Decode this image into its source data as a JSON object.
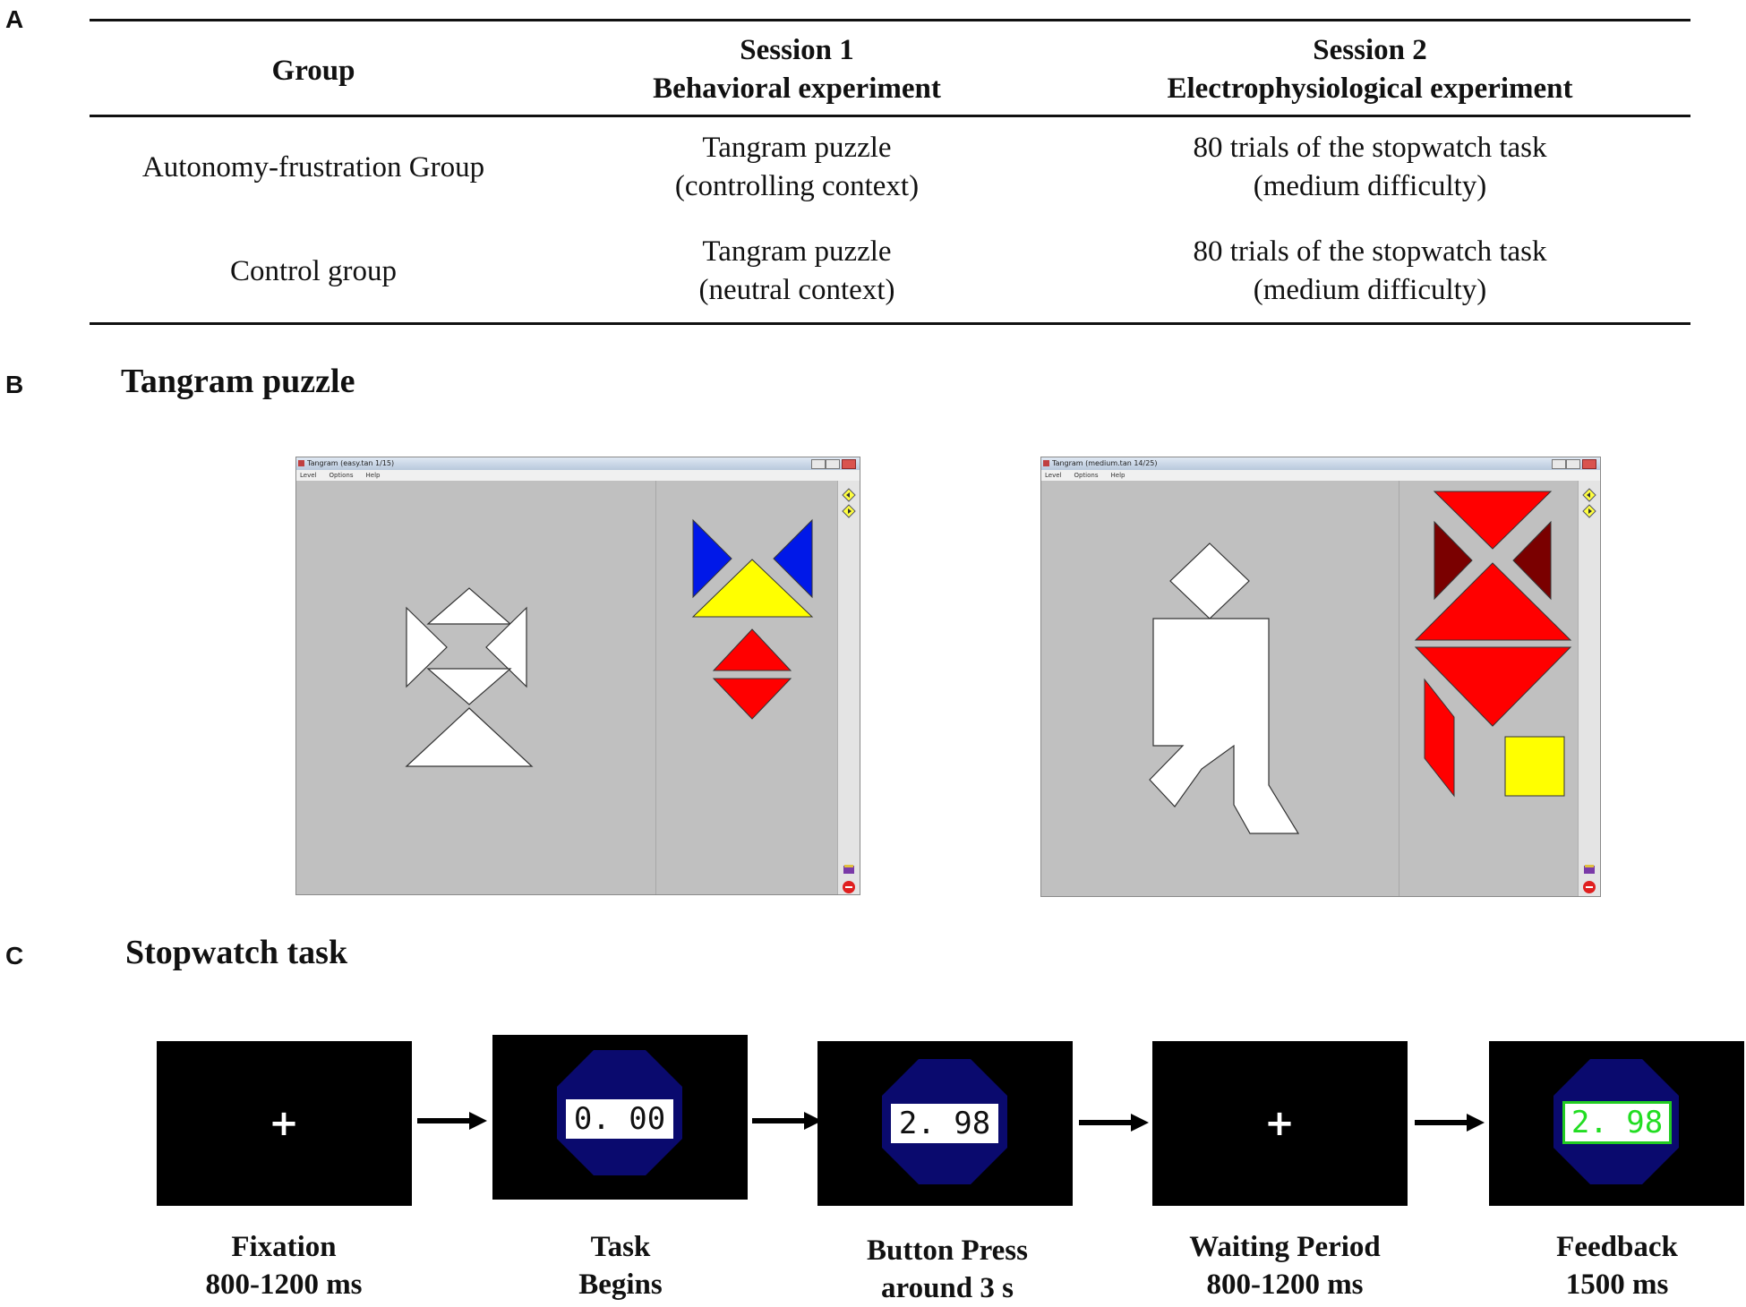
{
  "panel_a": {
    "letter": "A",
    "headers": {
      "group": "Group",
      "session1_line1": "Session 1",
      "session1_line2": "Behavioral experiment",
      "session2_line1": "Session 2",
      "session2_line2": "Electrophysiological experiment"
    },
    "rows": [
      {
        "group": "Autonomy-frustration Group",
        "session1_line1": "Tangram puzzle",
        "session1_line2": "(controlling context)",
        "session2_line1": "80 trials of the stopwatch task",
        "session2_line2": "(medium difficulty)"
      },
      {
        "group": "Control group",
        "session1_line1": "Tangram puzzle",
        "session1_line2": "(neutral context)",
        "session2_line1": "80 trials of the stopwatch task",
        "session2_line2": "(medium difficulty)"
      }
    ]
  },
  "panel_b": {
    "letter": "B",
    "title": "Tangram puzzle",
    "windows": [
      {
        "titlebar": "Tangram (easy.tan  1/15)",
        "menu": [
          "Level",
          "Options",
          "Help"
        ]
      },
      {
        "titlebar": "Tangram (medium.tan  14/25)",
        "menu": [
          "Level",
          "Options",
          "Help"
        ]
      }
    ],
    "colors": {
      "canvas": "#c0c0c0",
      "piece_outline": "#ffffff",
      "blue": "#0018e8",
      "yellow": "#ffff00",
      "red": "#ff0000",
      "dark_red": "#7a0000"
    }
  },
  "panel_c": {
    "letter": "C",
    "title": "Stopwatch task",
    "steps": [
      {
        "line1": "Fixation",
        "line2": "800-1200 ms",
        "display": "+"
      },
      {
        "line1": "Task",
        "line2": "Begins",
        "display": "0. 00"
      },
      {
        "line1": "Button Press",
        "line2": "around 3 s",
        "display": "2. 98"
      },
      {
        "line1": "Waiting Period",
        "line2": "800-1200 ms",
        "display": "+"
      },
      {
        "line1": "Feedback",
        "line2": "1500 ms",
        "display": "2. 98"
      }
    ],
    "colors": {
      "screen": "#000000",
      "octagon": "#0a0a6e",
      "feedback_text": "#22dd22",
      "feedback_border": "#22cc22"
    }
  }
}
